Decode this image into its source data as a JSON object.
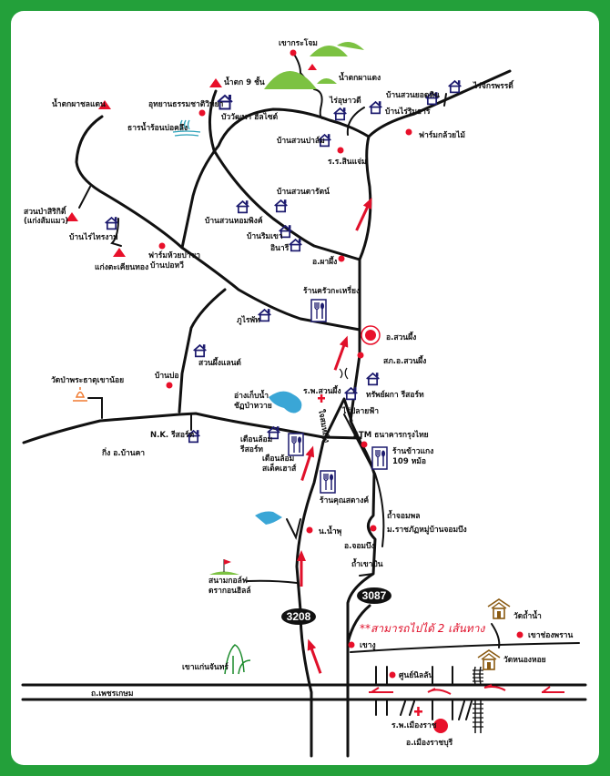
{
  "colors": {
    "frame": "#23a03a",
    "poi": "#e8102a",
    "house": "#1c1a6e",
    "water": "#3aa6d6",
    "hill": "#7cc242",
    "temple": "#8a5a12",
    "stupa": "#f07a30"
  },
  "labels": {
    "khao_krachom": "เขากระโจม",
    "namtok_phadaeng": "น้ำตกผาแดง",
    "namtok_9": "น้ำตก 9 ชั้น",
    "nature_park": "อุทยานธรรมชาติวิทยา",
    "bua_wattana": "บัววัฒนา ฮิลไซด์",
    "hot_spring": "ธารน้ำร้อนบ่อคลึง",
    "namtok_phachondaen": "น้ำตกผาชลแดน",
    "rai_usawadee": "ไร่อุษาวดี",
    "baan_rai_rimthan": "บ้านไร่ริมธาร",
    "baan_suan_yodhin": "บ้านสวนยอดหิน",
    "rai_chakkraphan": "ไร่จักรพรรดิ์",
    "orchid_farm": "ฟาร์มกล้วยไม้",
    "baan_suan_palm": "บ้านสวนปาล์ม",
    "school_sinjaem": "ร.ร.สินแจ่ม",
    "suan_pa_sirikit_1": "สวนป่าสิริกิติ์",
    "suan_pa_sirikit_2": "(แก่งส้มแมว)",
    "baan_rai_saingam": "บ้านไร่ไทรงาม",
    "kaeng_takhianthong": "แก่งตะเคียนทอง",
    "farm_huaipakha_1": "ฟาร์มห้วยปาขา",
    "farm_huaipakha_2": "บ้านปอหวี",
    "baan_suan_hompink": "บ้านสวนหอมพิงค์",
    "baan_suan_tarat": "บ้านสวนตารัตน์",
    "baan_rimkhao": "บ้านริมเขา",
    "inaree": "อินารี",
    "o_phaphueng": "อ.ผาผึ้ง",
    "karen_kitchen": "ร้านครัวกะเหรี่ยง",
    "phurai_phat": "ภูไรพัท",
    "amphoe_suanphueng": "อ.สวนผึ้ง",
    "police_suanphueng": "สภ.อ.สวนผึ้ง",
    "suanphueng_land": "สวนผึ้งแลนด์",
    "baan_bo": "บ้านบ่อ",
    "wat_phrathat": "วัดป่าพระธาตุเขาน้อย",
    "supphaka_resort": "ทรัพย์ผกา รีสอร์ท",
    "rai_plaifa": "ไร่ปลายฟ้า",
    "hospital_suanphueng": "ร.พ.สวนผึ้ง",
    "reservoir_1": "อ่างเก็บน้ำ",
    "reservoir_2": "ชัฏป่าหวาย",
    "road_vertical": "ใจสมหญิง",
    "atm": "ATM ธนาคารกรุงไทย",
    "khaokaeng_1": "ร้านข้าวแกง",
    "khaokaeng_2": "109 หม้อ",
    "duanlom_resort_1": "เดือนล้อม",
    "duanlom_resort_2": "รีสอร์ท",
    "duanlom_steak_1": "เดือนล้อม",
    "duanlom_steak_2": "สเต็คเฮาส์",
    "nk_resort": "N.K. รีสอร์ท",
    "king_baankha": "กิ่ง อ.บ้านคา",
    "khun_satang": "ร้านคุณสตางค์",
    "tham_chomphon": "ถ้ำจอมพล",
    "rajabhat": "ม.ราชภัฏหมู่บ้านจอมบึง",
    "namphu": "น.น้ำพุ",
    "amphoe_chombueng": "อ.จอมบึง",
    "tham_khaobin": "ถ้ำเขาบิน",
    "golf_1": "สนามกอล์ฟ",
    "golf_2": "ดรากอนฮิลล์",
    "wat_thamnam": "วัดถ้ำน้ำ",
    "khao_chongphran": "เขาช่องพราน",
    "khao_ngu": "เขางู",
    "wat_nonghoi": "วัดหนองหอย",
    "khao_kaenchan": "เขาแก่นจันทร์",
    "nilawan_center": "ศูนย์นิลลัน",
    "phetkasem_road": "ถ.เพชรเกษม",
    "hospital_muangrat": "ร.พ.เมืองราช",
    "amphoe_muang": "อ.เมืองราชบุรี"
  },
  "routes": {
    "route_3208": "3208",
    "route_3087": "3087"
  },
  "note": "**สามารถไปได้ 2 เส้นทาง"
}
